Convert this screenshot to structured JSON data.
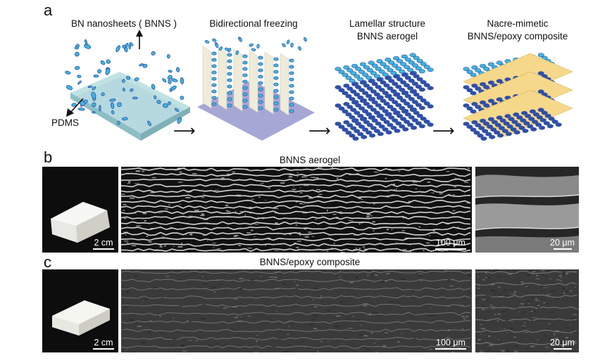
{
  "panel_a": {
    "letter": "a",
    "steps": [
      {
        "title_lines": [
          "BN nanosheets ( BNNS )"
        ]
      },
      {
        "title_lines": [
          "Bidirectional freezing"
        ]
      },
      {
        "title_lines": [
          "Lamellar structure",
          "BNNS aerogel"
        ]
      },
      {
        "title_lines": [
          "Nacre-mimetic",
          "BNNS/epoxy composite"
        ]
      }
    ],
    "pdms_label": "PDMS",
    "colors": {
      "platelet": "#3fb6dd",
      "platelet_dark": "#2f4fa8",
      "mold": "#b8dfe0",
      "base": "#a7a7d6",
      "wall": "#eeecd9",
      "epoxy": "#f6d88a"
    }
  },
  "panel_b": {
    "letter": "b",
    "title": "BNNS aerogel",
    "scales": [
      "2 cm",
      "100 μm",
      "20 μm"
    ]
  },
  "panel_c": {
    "letter": "c",
    "title": "BNNS/epoxy composite",
    "scales": [
      "2 cm",
      "100 μm",
      "20 μm"
    ]
  }
}
